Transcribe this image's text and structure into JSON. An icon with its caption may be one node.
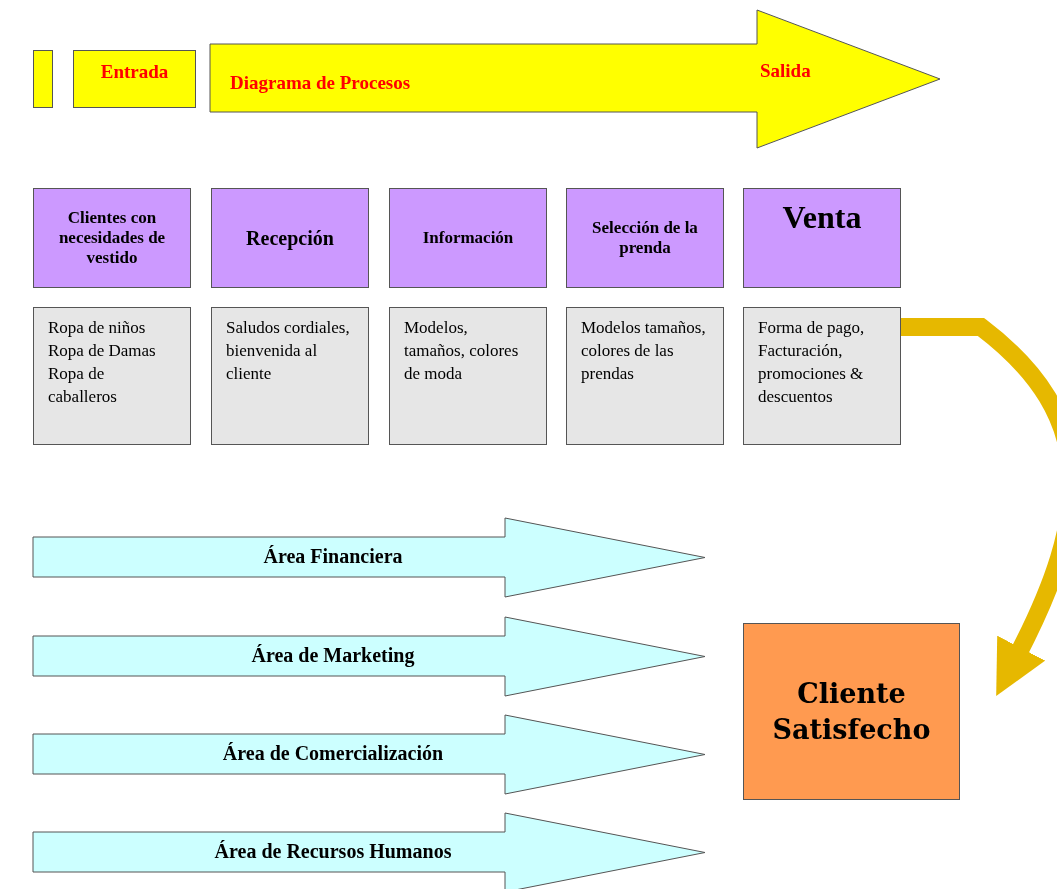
{
  "diagram": {
    "nodes": [
      {
        "text": [],
        "shape": "bar"
      },
      {
        "text": [
          "Entrada"
        ]
      },
      {
        "text": [
          "Diagrama de Procesos",
          "Salida"
        ]
      },
      {
        "text": [
          "Clientes con necesidades de vestido"
        ]
      },
      {
        "text": [
          "Recepción"
        ]
      },
      {
        "text": [
          "Información"
        ]
      },
      {
        "text": [
          "Selección de la prenda"
        ]
      },
      {
        "text": [
          "Venta"
        ]
      },
      {
        "text": [
          "Ropa de niños Ropa de Damas Ropa de caballeros"
        ]
      },
      {
        "text": [
          "Saludos cordiales, bienvenida al cliente"
        ]
      },
      {
        "text": [
          "Modelos, tamaños, colores de moda"
        ]
      },
      {
        "text": [
          "Modelos tamaños, colores de las prendas"
        ]
      },
      {
        "text": [
          "Forma de pago, Facturación, promociones & descuentos"
        ]
      },
      {
        "text": [
          "Área Financiera"
        ]
      },
      {
        "text": [
          "Área de Marketing"
        ]
      },
      {
        "text": [
          "Área de Comercialización"
        ]
      },
      {
        "text": [
          "Área de Recursos Humanos"
        ]
      },
      {
        "text": [
          "Cliente Satisfecho"
        ]
      }
    ],
    "edges": [
      {
        "from": 12,
        "to": 17,
        "arrow": "to"
      }
    ]
  }
}
